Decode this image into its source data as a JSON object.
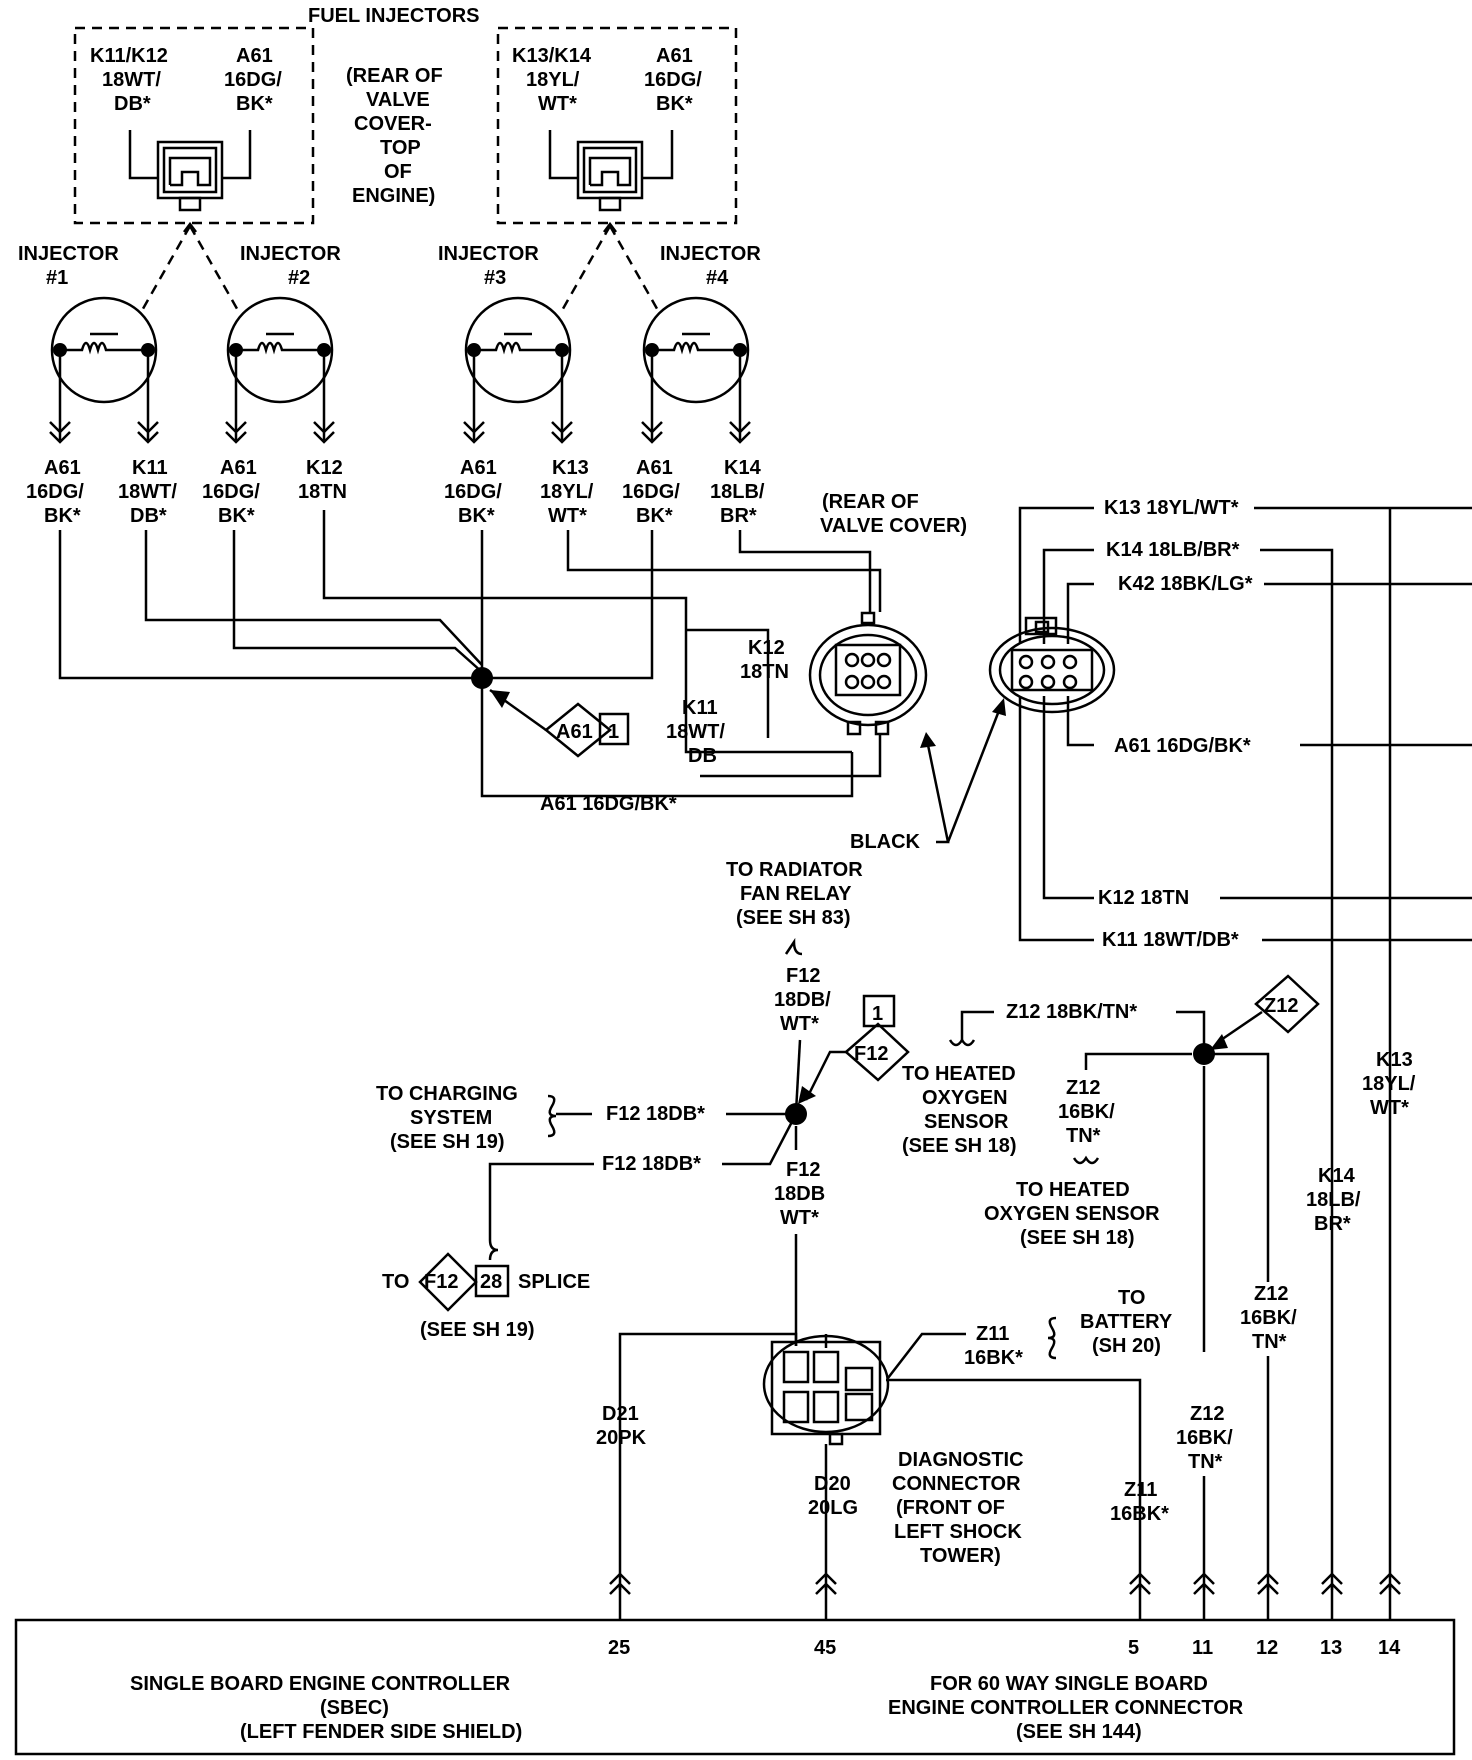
{
  "fuel_injectors": {
    "title": "FUEL INJECTORS",
    "left_connector": {
      "wire1": [
        "K11/K12",
        "18WT/",
        "DB*"
      ],
      "wire2": [
        "A61",
        "16DG/",
        "BK*"
      ]
    },
    "right_connector": {
      "wire1": [
        "K13/K14",
        "18YL/",
        "WT*"
      ],
      "wire2": [
        "A61",
        "16DG/",
        "BK*"
      ]
    },
    "location": [
      "(REAR OF",
      "VALVE",
      "COVER-",
      "TOP",
      "OF",
      "ENGINE)"
    ]
  },
  "injectors": [
    {
      "label": [
        "INJECTOR",
        "#1"
      ],
      "left_wire": [
        "A61",
        "16DG/",
        "BK*"
      ],
      "right_wire": [
        "K11",
        "18WT/",
        "DB*"
      ]
    },
    {
      "label": [
        "INJECTOR",
        "#2"
      ],
      "left_wire": [
        "A61",
        "16DG/",
        "BK*"
      ],
      "right_wire": [
        "K12",
        "18TN"
      ]
    },
    {
      "label": [
        "INJECTOR",
        "#3"
      ],
      "left_wire": [
        "A61",
        "16DG/",
        "BK*"
      ],
      "right_wire": [
        "K13",
        "18YL/",
        "WT*"
      ]
    },
    {
      "label": [
        "INJECTOR",
        "#4"
      ],
      "left_wire": [
        "A61",
        "16DG/",
        "BK*"
      ],
      "right_wire": [
        "K14",
        "18LB/",
        "BR*"
      ]
    }
  ],
  "valve_cover": {
    "label": [
      "(REAR OF",
      "VALVE COVER)"
    ],
    "k12": [
      "K12",
      "18TN"
    ],
    "k11": [
      "K11",
      "18WT/",
      "DB"
    ],
    "a61_bottom": "A61 16DG/BK*",
    "splice": {
      "id": "A61",
      "num": "1"
    },
    "black": "BLACK"
  },
  "right_connector_wires": {
    "k13": "K13 18YL/WT*",
    "k14": "K14 18LB/BR*",
    "k42": "K42 18BK/LG*",
    "a61": "A61 16DG/BK*",
    "k12": "K12 18TN",
    "k11": "K11 18WT/DB*"
  },
  "radiator": {
    "label": [
      "TO RADIATOR",
      "FAN RELAY",
      "(SEE SH 83)"
    ],
    "f12_top": [
      "F12",
      "18DB/",
      "WT*"
    ],
    "splice": {
      "id": "F12",
      "num": "1"
    },
    "f12_bottom": [
      "F12",
      "18DB",
      "WT*"
    ]
  },
  "charging": {
    "label": [
      "TO CHARGING",
      "SYSTEM",
      "(SEE SH 19)"
    ],
    "f12a": "F12 18DB*",
    "f12b": "F12 18DB*"
  },
  "splice_to": {
    "to": "TO",
    "id": "F12",
    "num": "28",
    "splice": "SPLICE",
    "see": "(SEE SH 19)"
  },
  "oxygen": {
    "z12_top": "Z12 18BK/TN*",
    "heated1": [
      "TO HEATED",
      "OXYGEN",
      "SENSOR",
      "(SEE SH 18)"
    ],
    "z12_mid": [
      "Z12",
      "16BK/",
      "TN*"
    ],
    "heated2": [
      "TO HEATED",
      "OXYGEN SENSOR",
      "(SEE SH 18)"
    ],
    "splice": "Z12"
  },
  "right_vertical": {
    "k13": [
      "K13",
      "18YL/",
      "WT*"
    ],
    "k14": [
      "K14",
      "18LB/",
      "BR*"
    ],
    "z12a": [
      "Z12",
      "16BK/",
      "TN*"
    ],
    "z12b": [
      "Z12",
      "16BK/",
      "TN*"
    ]
  },
  "battery": {
    "label": [
      "TO",
      "BATTERY",
      "(SH 20)"
    ],
    "z11": [
      "Z11",
      "16BK*"
    ]
  },
  "diagnostic": {
    "label": [
      "DIAGNOSTIC",
      "CONNECTOR",
      "(FRONT OF",
      "LEFT SHOCK",
      "TOWER)"
    ],
    "d21": [
      "D21",
      "20PK"
    ],
    "d20": [
      "D20",
      "20LG"
    ],
    "z11": [
      "Z11",
      "16BK*"
    ]
  },
  "sbec": {
    "pins": [
      "25",
      "45",
      "5",
      "11",
      "12",
      "13",
      "14"
    ],
    "left_label": [
      "SINGLE BOARD ENGINE CONTROLLER",
      "(SBEC)",
      "(LEFT FENDER SIDE SHIELD)"
    ],
    "right_label": [
      "FOR 60 WAY SINGLE BOARD",
      "ENGINE CONTROLLER CONNECTOR",
      "(SEE SH 144)"
    ]
  }
}
